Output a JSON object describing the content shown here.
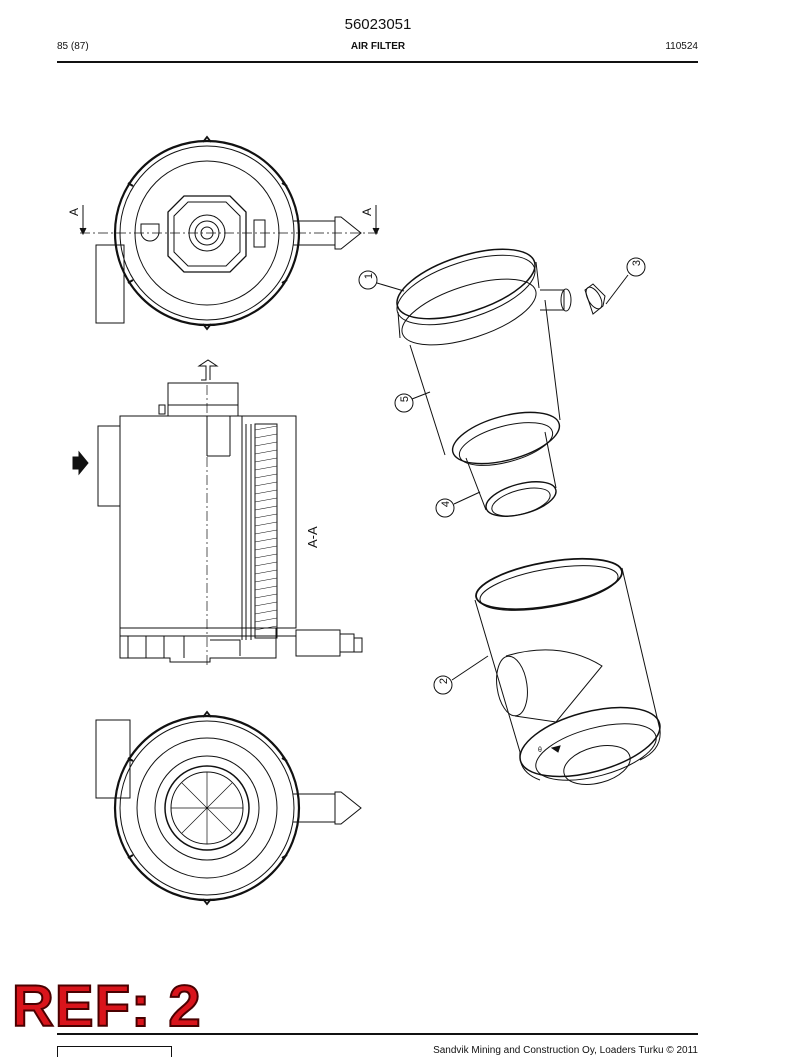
{
  "header": {
    "document_number": "56023051",
    "page_count": "85 (87)",
    "section_title": "AIR FILTER",
    "date_code": "110524"
  },
  "drawing": {
    "section_mark": "A",
    "section_view_label": "A-A",
    "callouts": [
      "1",
      "2",
      "3",
      "4",
      "5"
    ]
  },
  "footer": {
    "ref_stamp": "REF: 2",
    "copyright": "Sandvik Mining and Construction Oy, Loaders Turku © 2011"
  }
}
